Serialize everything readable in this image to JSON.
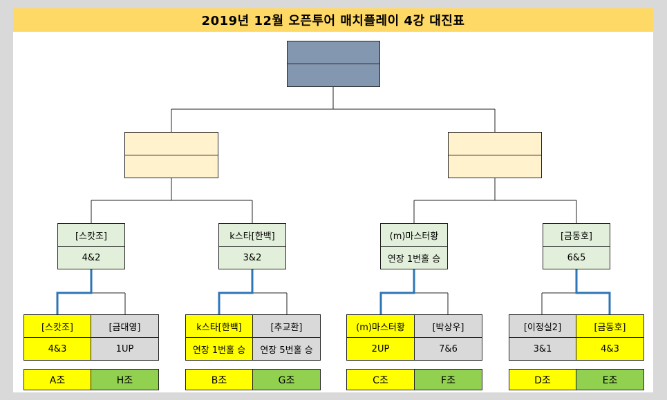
{
  "title": "2019년 12월 오픈투어 매치플레이 4강 대진표",
  "final": {
    "top": "",
    "bottom": ""
  },
  "semis": [
    {
      "top": "",
      "bottom": ""
    },
    {
      "top": "",
      "bottom": ""
    }
  ],
  "quarterfinals": [
    {
      "winner": "[스캇조]",
      "score": "4&2"
    },
    {
      "winner": "k스타[한백]",
      "score": "3&2"
    },
    {
      "winner": "(m)마스터황",
      "score": "연장 1번홀 승"
    },
    {
      "winner": "[금동호]",
      "score": "6&5"
    }
  ],
  "groups": [
    {
      "name": "[스캇조]",
      "score": "4&3",
      "label": "A조"
    },
    {
      "name": "[금대영]",
      "score": "1UP",
      "label": "H조"
    },
    {
      "name": "k스타[한백]",
      "score": "연장 1번홀 승",
      "label": "B조"
    },
    {
      "name": "[추교환]",
      "score": "연장 5번홀 승",
      "label": "G조"
    },
    {
      "name": "(m)마스터황",
      "score": "2UP",
      "label": "C조"
    },
    {
      "name": "[박상우]",
      "score": "7&6",
      "label": "F조"
    },
    {
      "name": "[이정실2]",
      "score": "3&1",
      "label": "D조"
    },
    {
      "name": "[금동호]",
      "score": "4&3",
      "label": "E조"
    }
  ],
  "colors": {
    "title_bg": "#ffd966",
    "final_bg": "#8497b0",
    "semi_bg": "#fff2cc",
    "qf_bg": "#e2efda",
    "winner_bg": "#ffff00",
    "loser_bg": "#d9d9d9",
    "group_bg": "#92d050",
    "winner_path": "#2e75b6"
  }
}
